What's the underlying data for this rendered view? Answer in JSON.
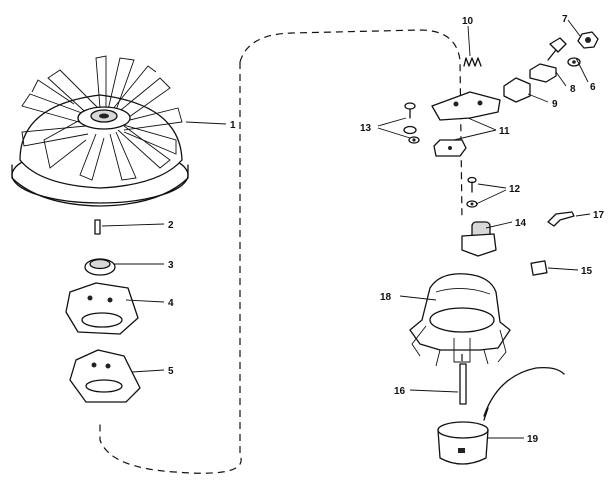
{
  "callouts": {
    "n1": "1",
    "n2": "2",
    "n3": "3",
    "n4": "4",
    "n5": "5",
    "n6": "6",
    "n7": "7",
    "n8": "8",
    "n9": "9",
    "n10": "10",
    "n11": "11",
    "n12": "12",
    "n13": "13",
    "n14": "14",
    "n15": "15",
    "n16": "16",
    "n17": "17",
    "n18": "18",
    "n19": "19"
  },
  "colors": {
    "ink": "#111111",
    "paper": "#ffffff"
  }
}
